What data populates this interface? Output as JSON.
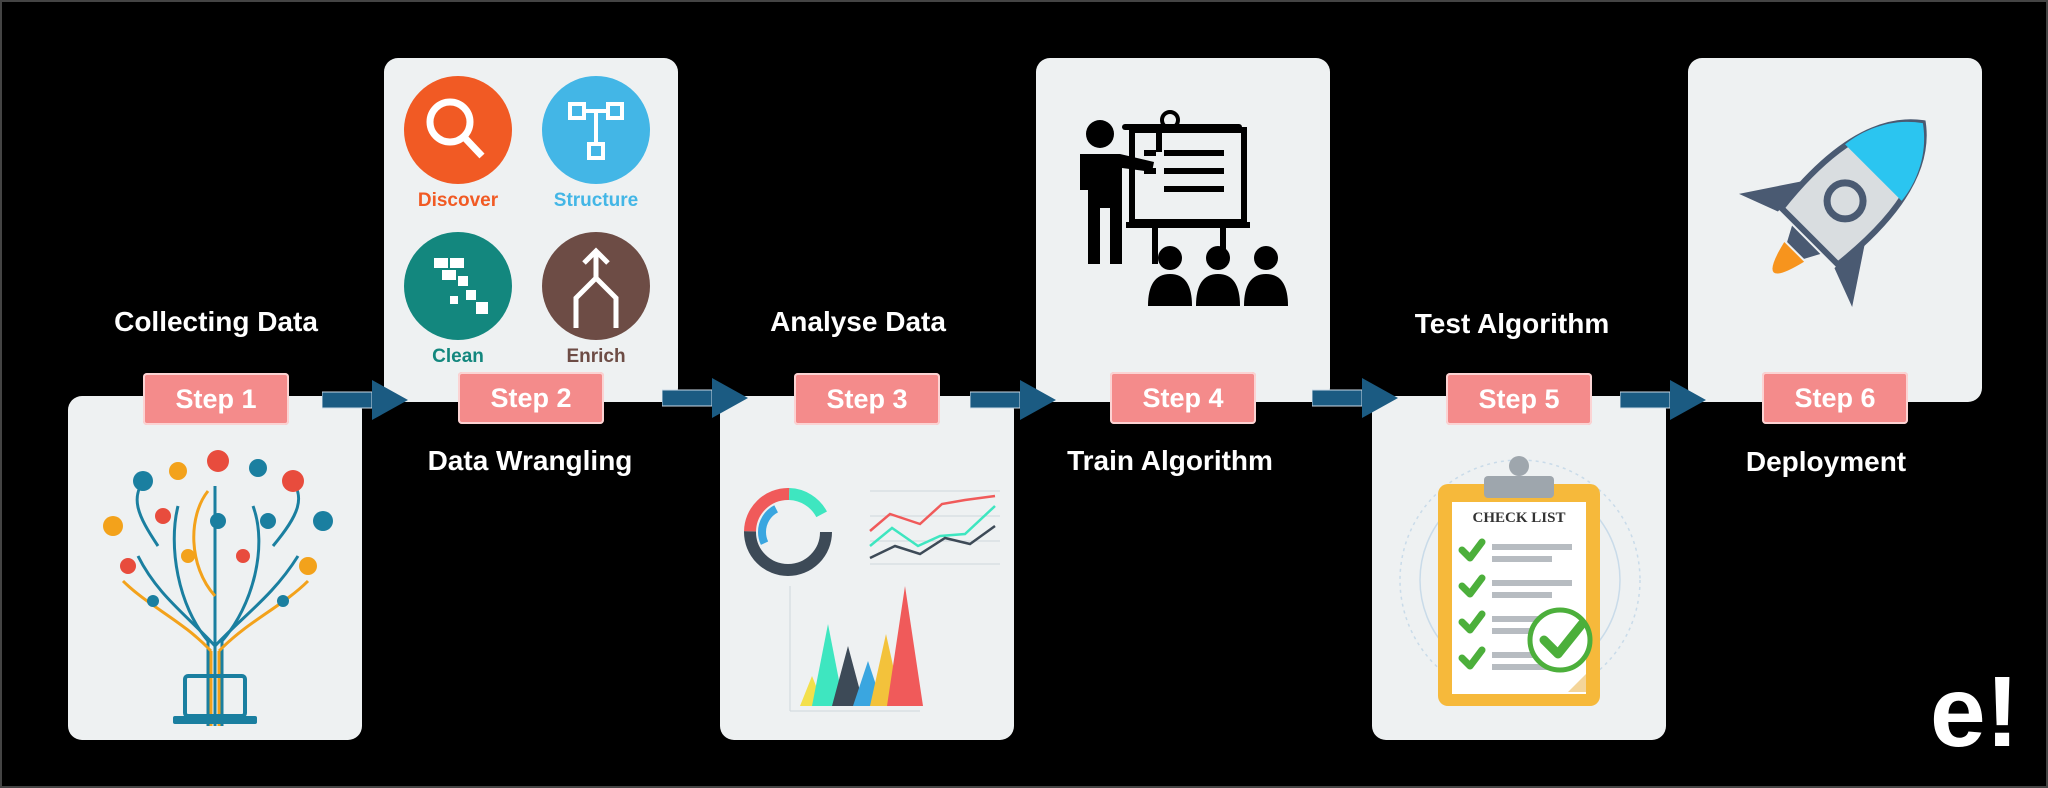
{
  "steps": [
    {
      "label": "Step 1",
      "title": "Collecting Data"
    },
    {
      "label": "Step 2",
      "title": "Data Wrangling"
    },
    {
      "label": "Step 3",
      "title": "Analyse Data"
    },
    {
      "label": "Step 4",
      "title": "Train Algorithm"
    },
    {
      "label": "Step 5",
      "title": "Test Algorithm"
    },
    {
      "label": "Step 6",
      "title": "Deployment"
    }
  ],
  "wrangling": {
    "discover": "Discover",
    "structure": "Structure",
    "clean": "Clean",
    "enrich": "Enrich"
  },
  "checklist": {
    "title": "CHECK LIST"
  },
  "logo": {
    "text": "e!"
  },
  "colors": {
    "background": "#000000",
    "card": "#eef1f2",
    "badge": "#f48b8b",
    "arrow": "#1b5b82",
    "discover": "#f15a24",
    "structure": "#43b6e6",
    "clean": "#13877e",
    "enrich": "#6d4c45"
  }
}
